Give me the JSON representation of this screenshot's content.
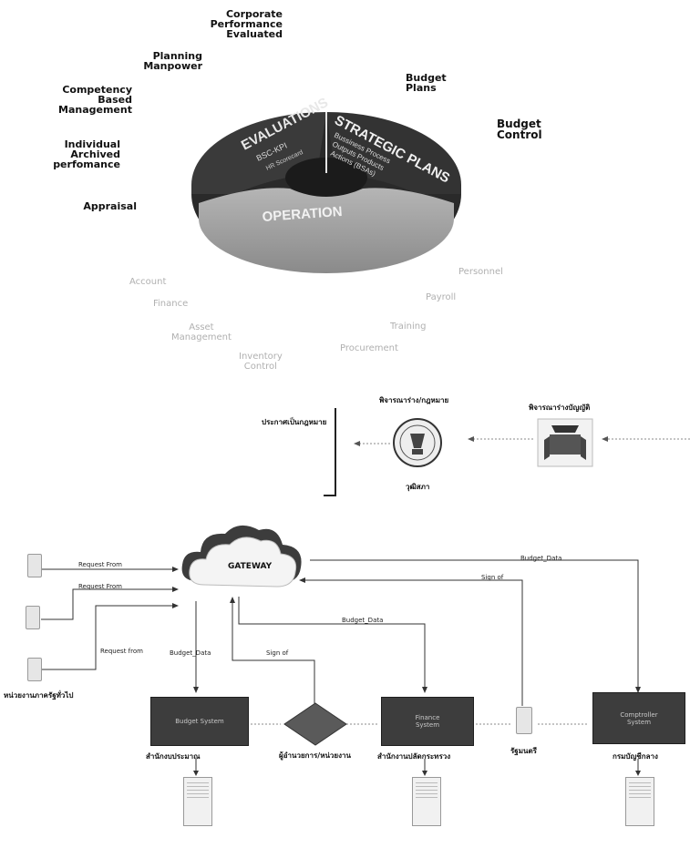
{
  "top_labels": {
    "corporate": "Corporate\nPerformance\nEvaluated",
    "planning": "Planning\nManpower",
    "competency": "Competency\nBased\nManagement",
    "individual": "Individual\nArchived\nperfomance",
    "appraisal": "Appraisal",
    "budget_plans": "Budget\nPlans",
    "budget_control": "Budget\nControl"
  },
  "wheel": {
    "evaluations": "EVALUATIONS",
    "bsc_kpi": "BSC-KPI",
    "hr_scorecard": "HR Scorecard",
    "strategic_plans": "STRATEGIC PLANS",
    "business_process": "Bussiness Process",
    "outputs_products": "Outputs Products",
    "actions": "Actions (BSAs)",
    "operation": "OPERATION"
  },
  "faded_labels": {
    "account": "Account",
    "finance": "Finance",
    "asset": "Asset\nManagement",
    "inventory": "Inventory\nControl",
    "personnel": "Personnel",
    "payroll": "Payroll",
    "training": "Training",
    "procurement": "Procurement"
  },
  "gov": {
    "announce": "ประกาศเป็นกฎหมาย",
    "senate_consider": "พิจารณาร่าง/กฎหมาย",
    "house_consider": "พิจารณาร่างบัญญัติ",
    "senate": "วุฒิสภา"
  },
  "gateway": {
    "label": "GATEWAY",
    "request_1": "Request From",
    "request_2": "Request From",
    "request_3": "Request from",
    "agencies": "หน่วยงานภาครัฐทั่วไป",
    "budget_data_left": "Budget_Data",
    "sign_of_left": "Sign of",
    "budget_data_mid": "Budget_Data",
    "sign_of_right": "Sign of",
    "budget_data_right": "Budget_Data"
  },
  "nodes": {
    "box1": "Budget System",
    "box1_caption": "สำนักงบประมาณ",
    "diamond_caption": "ผู้อำนวยการ/หน่วยงาน",
    "box2": "Finance\nSystem",
    "box2_caption": "สำนักงานปลัดกระทรวง",
    "minister_caption": "รัฐมนตรี",
    "box3": "Comptroller\nSystem",
    "box3_caption": "กรมบัญชีกลาง"
  }
}
